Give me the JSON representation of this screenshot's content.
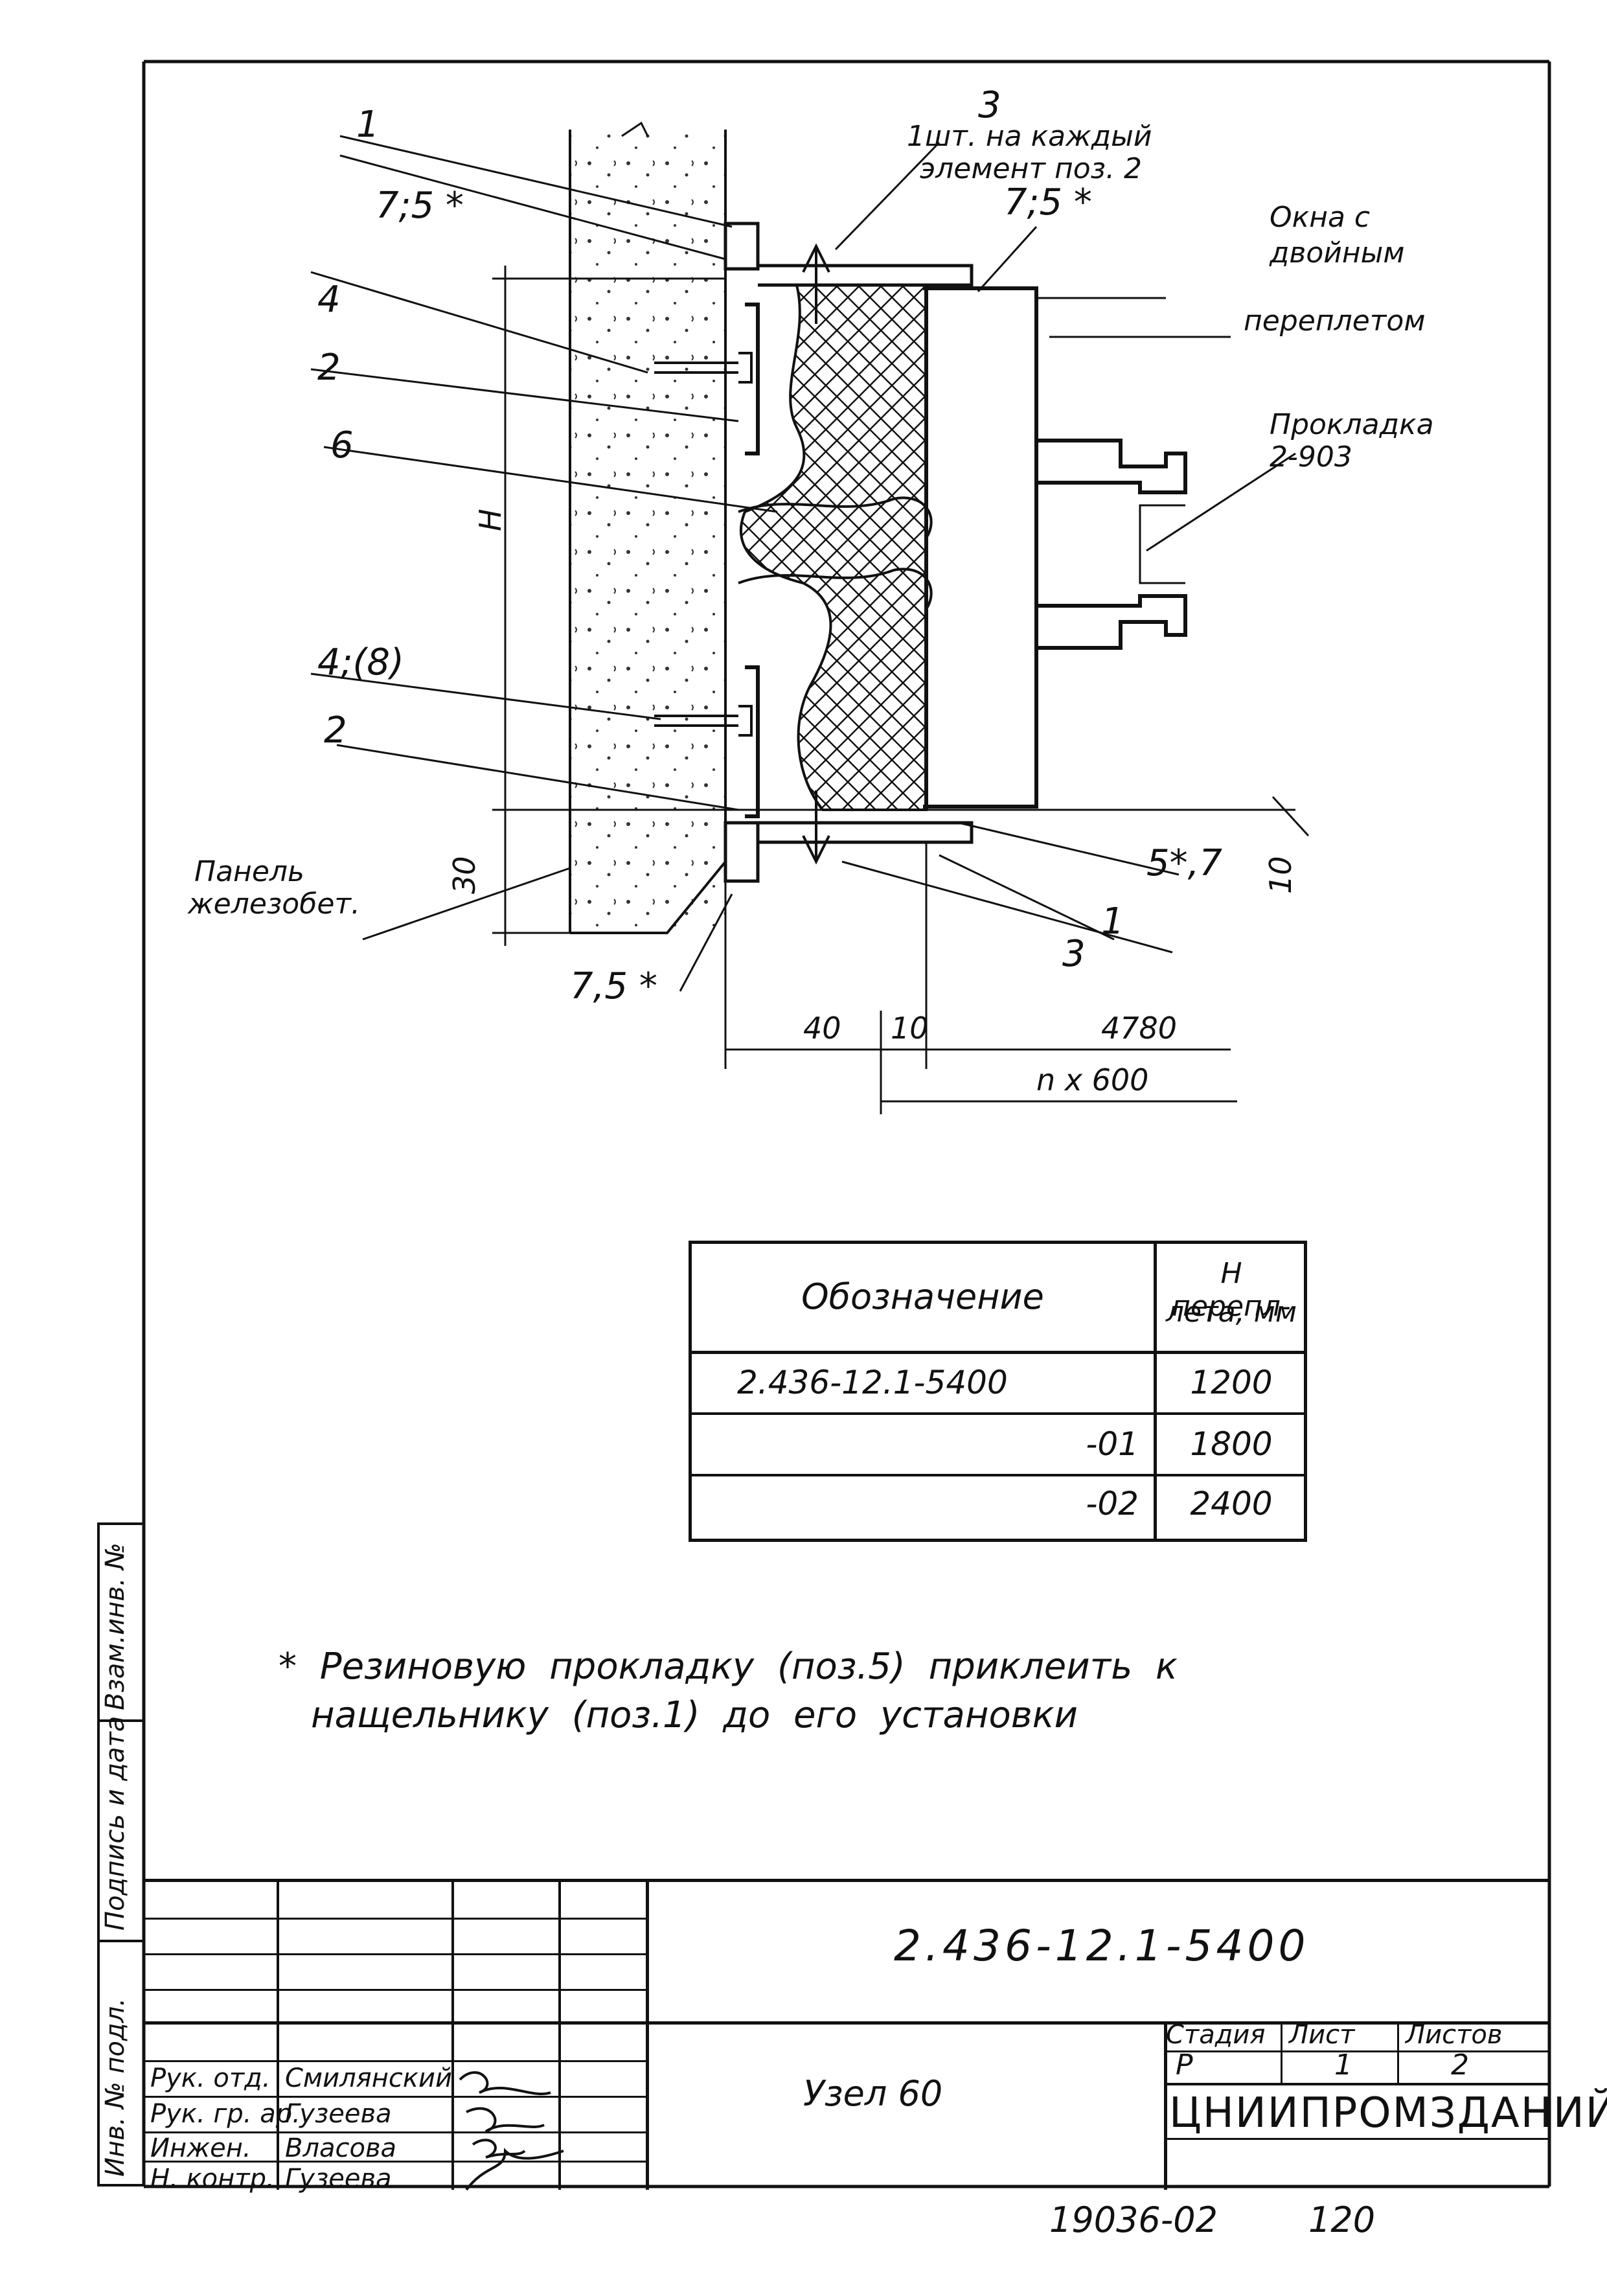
{
  "callouts": {
    "p1_top": "1",
    "p3_top": "3",
    "p3_note_l1": "1шт. на каждый",
    "p3_note_l2": "элемент поз. 2",
    "p75_left": "7;5 *",
    "p75_right": "7;5 *",
    "p4": "4",
    "p2_upper": "2",
    "p6": "6",
    "p4_8": "4;(8)",
    "p2_lower": "2",
    "panel_l1": "Панель",
    "panel_l2": "железобет.",
    "p75_bottom": "7,5 *",
    "p57": "5*,7",
    "p1_bottom": "1",
    "p3_bottom": "3",
    "window_l1": "Окна с",
    "window_l2": "двойным",
    "window_l3": "переплетом",
    "gasket_l1": "Прокладка",
    "gasket_l2": "2-903"
  },
  "dims": {
    "height": "Н",
    "d30": "30",
    "d10_right": "10",
    "d40": "40",
    "d10": "10",
    "d4780": "4780",
    "n600": "n x 600"
  },
  "table": {
    "col1_header": "Обозначение",
    "col2_header_l1": "Н перепл-",
    "col2_header_l2": "лета, мм",
    "rows": [
      {
        "designation": "2.436-12.1-5400",
        "value": "1200"
      },
      {
        "designation": "-01",
        "value": "1800"
      },
      {
        "designation": "-02",
        "value": "2400"
      }
    ]
  },
  "note": {
    "line1": "* Резиновую прокладку (поз.5) приклеить к",
    "line2": "нащельнику (поз.1) до его установки"
  },
  "side_stamp": {
    "inv": "Инв. № подл.",
    "sign": "Подпись и дата",
    "replace": "Взам.инв. №"
  },
  "title_block": {
    "doc_code": "2.436-12.1-5400",
    "title": "Узел 60",
    "stage_hdr": "Стадия",
    "sheet_hdr": "Лист",
    "sheets_hdr": "Листов",
    "stage": "Р",
    "sheet": "1",
    "sheets": "2",
    "org": "ЦНИИПРОМЗДАНИЙ",
    "roles": [
      {
        "role": "Рук. отд.",
        "name": "Смилянский"
      },
      {
        "role": "Рук. гр. ар.",
        "name": "Гузеева"
      },
      {
        "role": "Инжен.",
        "name": "Власова"
      },
      {
        "role": "Н. контр.",
        "name": "Гузеева"
      }
    ]
  },
  "footer": {
    "code": "19036-02",
    "page": "120"
  }
}
